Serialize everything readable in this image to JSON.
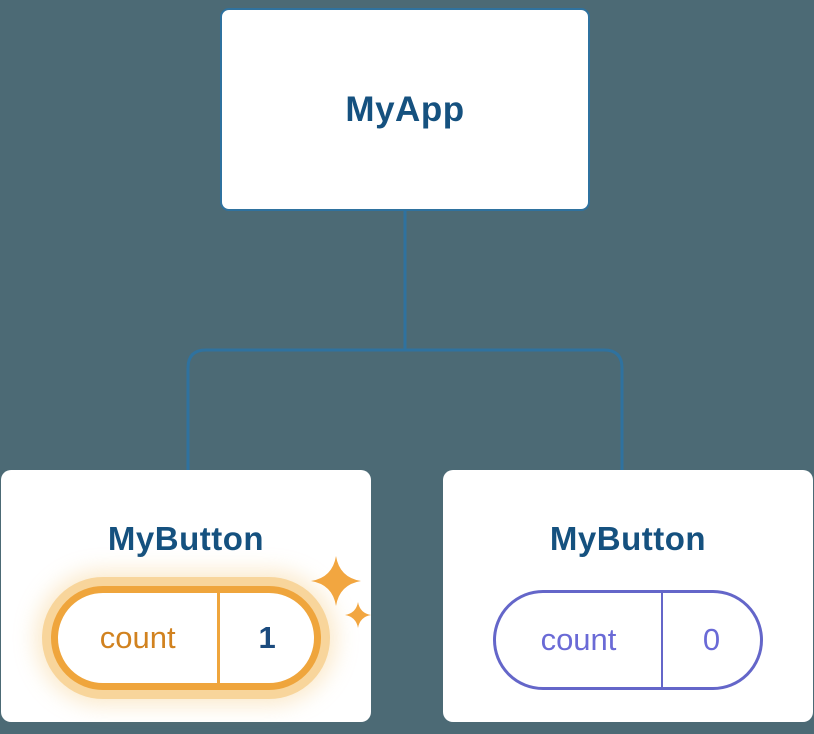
{
  "colors": {
    "background": "#4c6a75",
    "connector": "#2f729f",
    "box_border": "#2f729f",
    "title_text": "#15517f",
    "highlight_accent": "#efa53c",
    "highlight_glow": "#f8d59b",
    "highlight_text": "#d1821f",
    "highlight_value": "#1b4b7e",
    "normal_accent": "#6466c9",
    "normal_text": "#6a6ad6",
    "sparkle": "#f2a640"
  },
  "tree": {
    "root": {
      "label": "MyApp"
    },
    "children": [
      {
        "label": "MyButton",
        "state_name": "count",
        "state_value": "1",
        "highlighted": true
      },
      {
        "label": "MyButton",
        "state_name": "count",
        "state_value": "0",
        "highlighted": false
      }
    ]
  }
}
